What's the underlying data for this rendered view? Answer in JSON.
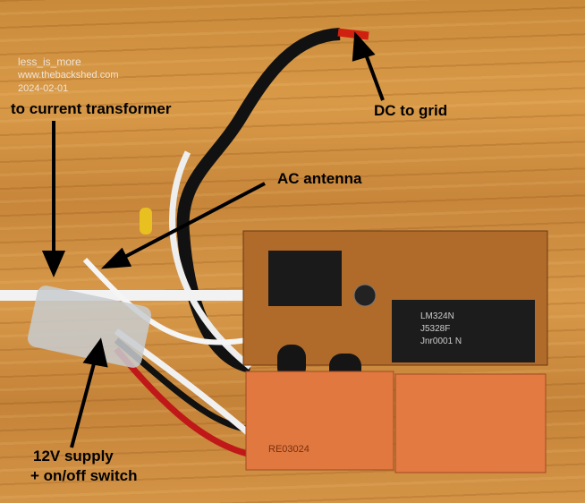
{
  "annotations": {
    "dc_to_grid": "DC to grid",
    "to_current_transformer": "to current transformer",
    "ac_antenna": "AC antenna",
    "supply_line1": "12V supply",
    "supply_line2": "+ on/off switch"
  },
  "watermark": {
    "user": "less_is_more",
    "site": "www.thebackshed.com",
    "date": "2024-02-01"
  },
  "chip_markings": {
    "ic_right_line1": "LM324N",
    "ic_right_line2": "J5328F",
    "ic_right_line3": "Jnr0001  N",
    "relay_left": "RE03024"
  }
}
